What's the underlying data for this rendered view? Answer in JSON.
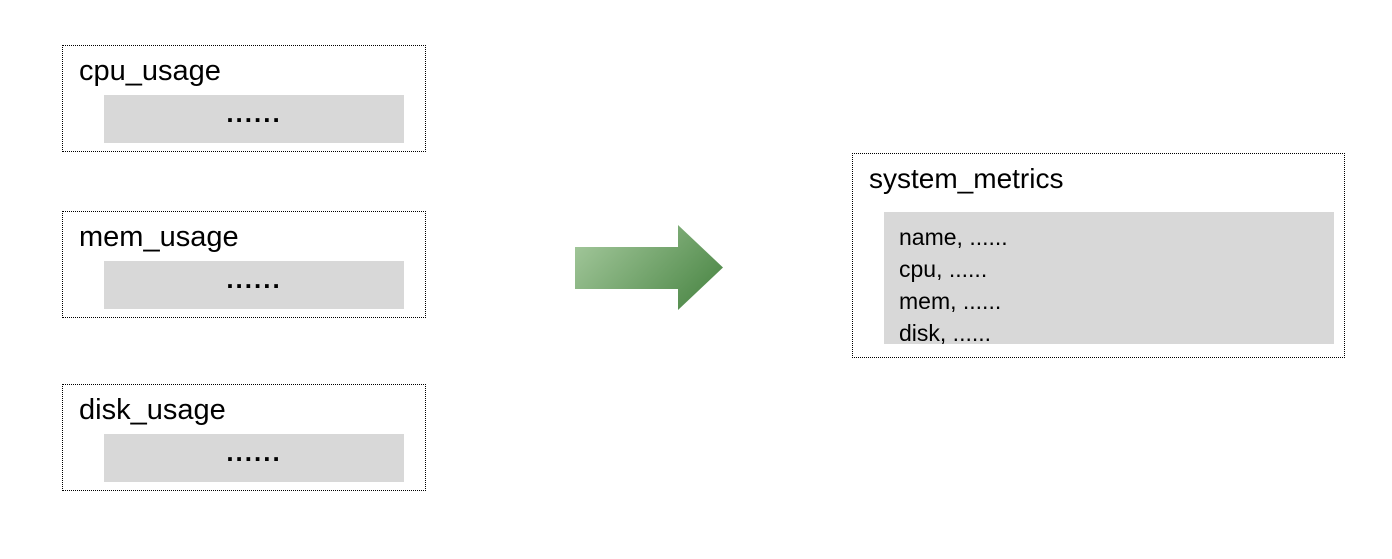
{
  "diagram": {
    "description_rows_joined": "three per-metric tables merged into one system_metrics table",
    "sources": [
      {
        "title": "cpu_usage",
        "placeholder": "......"
      },
      {
        "title": "mem_usage",
        "placeholder": "......"
      },
      {
        "title": "disk_usage",
        "placeholder": "......"
      }
    ],
    "result": {
      "title": "system_metrics",
      "rows": [
        "name, ......",
        "cpu, ......",
        "mem, ......",
        "disk, ......"
      ]
    }
  },
  "colors": {
    "background": "#ffffff",
    "panel_gray": "#d8d8d8",
    "arrow_light": "#a9cca1",
    "arrow_dark": "#548d4e",
    "border": "#000000"
  }
}
